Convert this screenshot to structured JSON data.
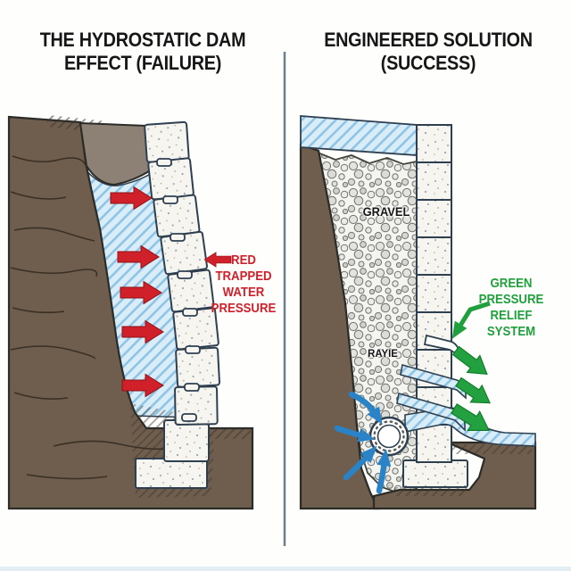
{
  "header": {
    "left_title": {
      "line1": "THE HYDROSTATIC DAM",
      "line2": "EFFECT (FAILURE)"
    },
    "right_title": {
      "line1": "ENGINEERED SOLUTION",
      "line2": "(SUCCESS)"
    }
  },
  "left_panel": {
    "trapped_pressure_label": {
      "lines": [
        "RED",
        "TRAPPED",
        "WATER",
        "PRESSURE"
      ]
    }
  },
  "right_panel": {
    "gravel_label": "GRAVEL",
    "drain_gravel_label": "RAYIE",
    "pressure_relief_label": {
      "lines": [
        "GREEN",
        "PRESSURE",
        "RELIEF",
        "SYSTEM"
      ]
    }
  },
  "colors": {
    "pressure_arrow_red": "#d0202a",
    "relief_arrow_green": "#1fa03c",
    "water_flow_blue": "#2a83c6",
    "water_fill": "#d9edf8",
    "water_stripe": "#8fc4e4",
    "soil_brown": "#6f5e4d",
    "backfill_gray": "#8c8174",
    "concrete": "#f6f5ef",
    "outline_slate": "#2e3f50"
  }
}
